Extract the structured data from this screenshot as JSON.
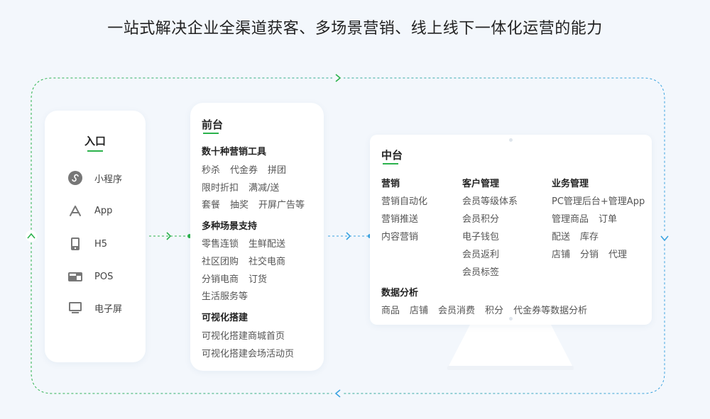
{
  "headline": "一站式解决企业全渠道获客、多场景营销、线上线下一体化运营的能力",
  "entry": {
    "title": "入口",
    "items": [
      {
        "label": "小程序",
        "icon": "mini-program-icon"
      },
      {
        "label": "App",
        "icon": "app-store-icon"
      },
      {
        "label": "H5",
        "icon": "mobile-phone-icon"
      },
      {
        "label": "POS",
        "icon": "pos-terminal-icon"
      },
      {
        "label": "电子屏",
        "icon": "screen-monitor-icon"
      }
    ]
  },
  "front": {
    "title": "前台",
    "sections": [
      {
        "title": "数十种营销工具",
        "rows": [
          [
            "秒杀",
            "代金券",
            "拼团"
          ],
          [
            "限时折扣",
            "满减/送"
          ],
          [
            "套餐",
            "抽奖",
            "开屏广告等"
          ]
        ]
      },
      {
        "title": "多种场景支持",
        "rows": [
          [
            "零售连锁",
            "生鲜配送"
          ],
          [
            "社区团购",
            "社交电商"
          ],
          [
            "分销电商",
            "订货"
          ],
          [
            "生活服务等"
          ]
        ]
      },
      {
        "title": "可视化搭建",
        "rows": [
          [
            "可视化搭建商城首页"
          ],
          [
            "可视化搭建会场活动页"
          ]
        ]
      }
    ]
  },
  "middle": {
    "title": "中台",
    "marketing": {
      "title": "营销",
      "items": [
        "营销自动化",
        "营销推送",
        "内容营销"
      ]
    },
    "customer": {
      "title": "客户管理",
      "items": [
        "会员等级体系",
        "会员积分",
        "电子钱包",
        "会员返利",
        "会员标签"
      ]
    },
    "business": {
      "title": "业务管理",
      "rows": [
        [
          "PC管理后台+管理App"
        ],
        [
          "管理商品",
          "订单"
        ],
        [
          "配送",
          "库存"
        ],
        [
          "店铺",
          "分销",
          "代理"
        ]
      ]
    },
    "analytics": {
      "title": "数据分析",
      "items": [
        "商品",
        "店铺",
        "会员消费",
        "积分",
        "代金券等数据分析"
      ]
    }
  },
  "colors": {
    "accent_green": "#2bb24c",
    "accent_blue": "#3ba3e0"
  }
}
